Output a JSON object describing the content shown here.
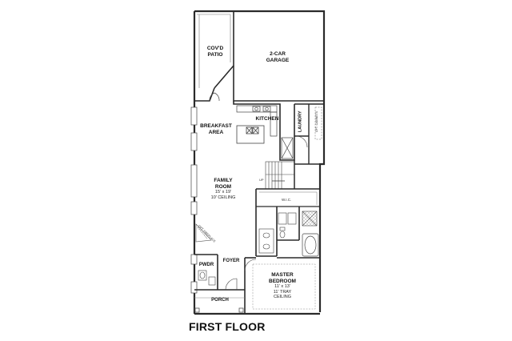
{
  "floor_title": "FIRST FLOOR",
  "rooms": {
    "covd_patio": {
      "line1": "COV'D",
      "line2": "PATIO"
    },
    "garage": {
      "line1": "2-CAR",
      "line2": "GARAGE"
    },
    "kitchen": {
      "name": "KITCHEN"
    },
    "laundry": {
      "name": "LAUNDRY"
    },
    "breakfast": {
      "line1": "BREAKFAST",
      "line2": "AREA"
    },
    "family": {
      "line1": "FAMILY",
      "line2": "ROOM",
      "size": "15' x 19'",
      "ceiling": "10' CEILING"
    },
    "wic": {
      "name": "W.I.C."
    },
    "fireplace": {
      "name": "OPT. FIREPLACE"
    },
    "pwdr": {
      "name": "PWDR"
    },
    "foyer": {
      "name": "FOYER"
    },
    "master": {
      "line1": "MASTER",
      "line2": "BEDROOM",
      "size": "11' x 13'",
      "ceiling1": "11' TRAY",
      "ceiling2": "CEILING"
    },
    "porch": {
      "name": "PORCH"
    }
  },
  "annotations": {
    "up": "UP",
    "opt_cabinets": "OPT. CABINETS"
  },
  "colors": {
    "wall": "#2a2a2a",
    "thin": "#555555",
    "hatch": "#9a9a9a"
  }
}
